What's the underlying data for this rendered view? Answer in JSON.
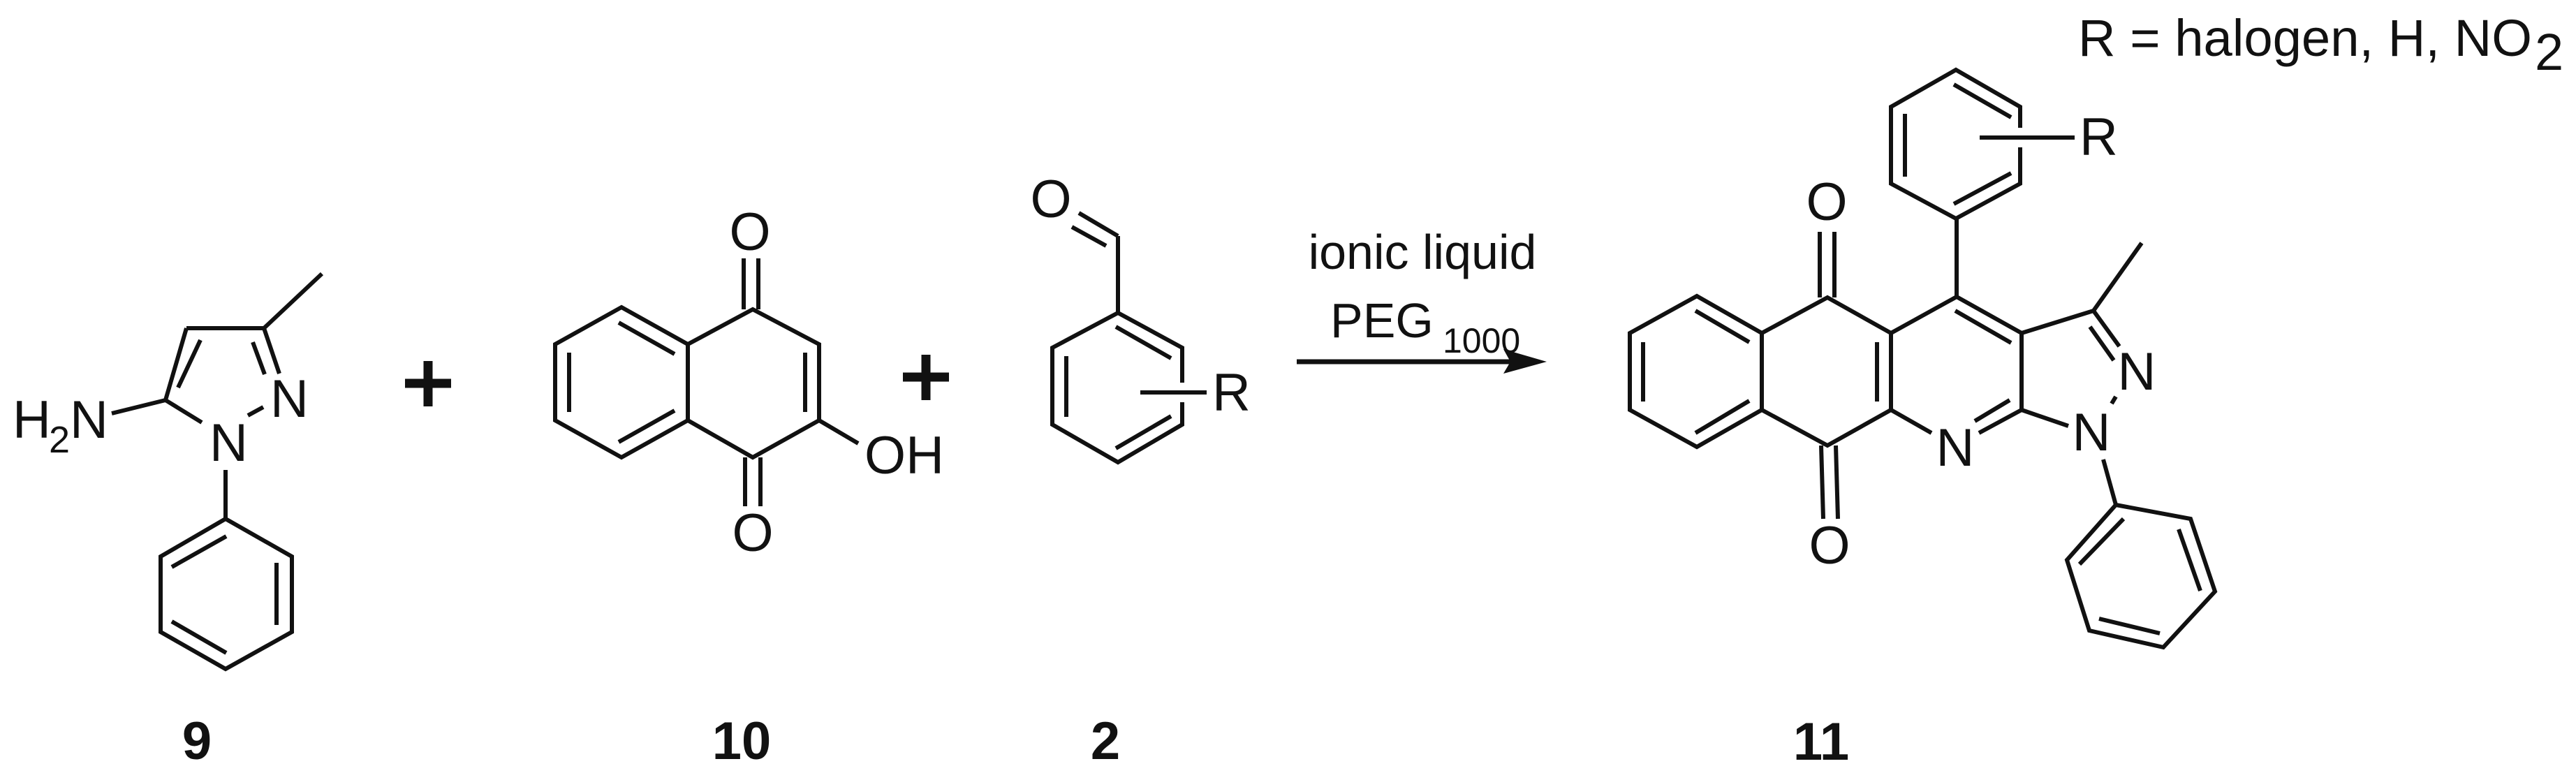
{
  "scheme": {
    "type": "reaction-scheme",
    "r_definition": {
      "prefix": "R = halogen, H, NO",
      "subscript": "2"
    },
    "reactants": [
      {
        "id": "9",
        "label": "9",
        "name": "5-amino-3-methyl-1-phenylpyrazole",
        "atoms": {
          "amine_H": "H",
          "amine_sub": "2",
          "amine_N": "N",
          "n1": "N",
          "n2": "N"
        }
      },
      {
        "id": "10",
        "label": "10",
        "name": "2-hydroxy-1,4-naphthoquinone",
        "atoms": {
          "o_top": "O",
          "o_bottom": "O",
          "oh": "OH"
        }
      },
      {
        "id": "2",
        "label": "2",
        "name": "substituted benzaldehyde",
        "atoms": {
          "o_ald": "O",
          "r": "R"
        }
      }
    ],
    "operators": [
      "+",
      "+"
    ],
    "conditions": {
      "line1": "ionic liquid",
      "line2_main": "PEG",
      "line2_sub": "1000"
    },
    "product": {
      "id": "11",
      "label": "11",
      "name": "pyrazolo[3,4-b]quinoline-dione derivative",
      "atoms": {
        "o_top": "O",
        "o_bottom": "O",
        "n_pyridine": "N",
        "n1": "N",
        "n2": "N",
        "r": "R"
      }
    },
    "colors": {
      "ink": "#111111",
      "background": "#ffffff"
    }
  }
}
